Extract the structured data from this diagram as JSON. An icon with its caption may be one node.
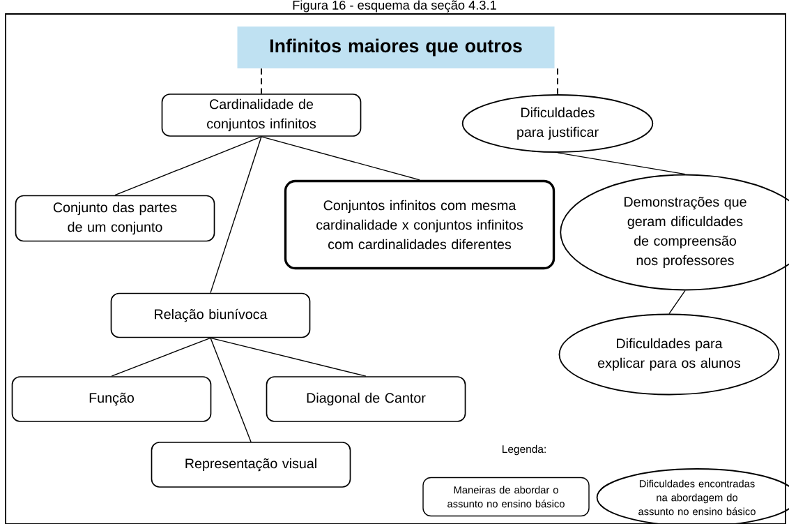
{
  "diagram": {
    "caption": "Figura 16 - esquema da seção 4.3.1",
    "nodes": [
      {
        "text": [
          "Infinitos maiores que outros"
        ]
      },
      {
        "text": [
          "Cardinalidade de conjuntos infinitos"
        ]
      },
      {
        "text": [
          "Dificuldades para justificar"
        ]
      },
      {
        "text": [
          "Conjunto das partes de um conjunto"
        ]
      },
      {
        "text": [
          "Conjuntos infinitos com mesma cardinalidade x conjuntos infinitos com cardinalidades diferentes"
        ]
      },
      {
        "text": [
          "Demonstrações que geram dificuldades de compreensão nos professores"
        ]
      },
      {
        "text": [
          "Relação biunívoca"
        ]
      },
      {
        "text": [
          "Dificuldades para explicar para os alunos"
        ]
      },
      {
        "text": [
          "Função"
        ]
      },
      {
        "text": [
          "Diagonal de Cantor"
        ]
      },
      {
        "text": [
          "Representação visual"
        ]
      }
    ],
    "edges": [
      {
        "from": 0,
        "to": 1,
        "arrow": "none",
        "style": "dashed"
      },
      {
        "from": 0,
        "to": 2,
        "arrow": "none",
        "style": "dashed"
      },
      {
        "from": 1,
        "to": 3,
        "arrow": "none"
      },
      {
        "from": 1,
        "to": 6,
        "arrow": "none"
      },
      {
        "from": 1,
        "to": 4,
        "arrow": "none"
      },
      {
        "from": 2,
        "to": 5,
        "arrow": "none"
      },
      {
        "from": 5,
        "to": 7,
        "arrow": "none"
      },
      {
        "from": 6,
        "to": 8,
        "arrow": "none"
      },
      {
        "from": 6,
        "to": 10,
        "arrow": "none"
      },
      {
        "from": 6,
        "to": 9,
        "arrow": "none"
      }
    ],
    "labels": [
      "Legenda:"
    ],
    "legend": [
      {
        "text": "Maneiras de abordar o assunto no ensino básico"
      },
      {
        "text": "Dificuldades encontradas na abordagem do assunto no ensino básico"
      }
    ]
  }
}
